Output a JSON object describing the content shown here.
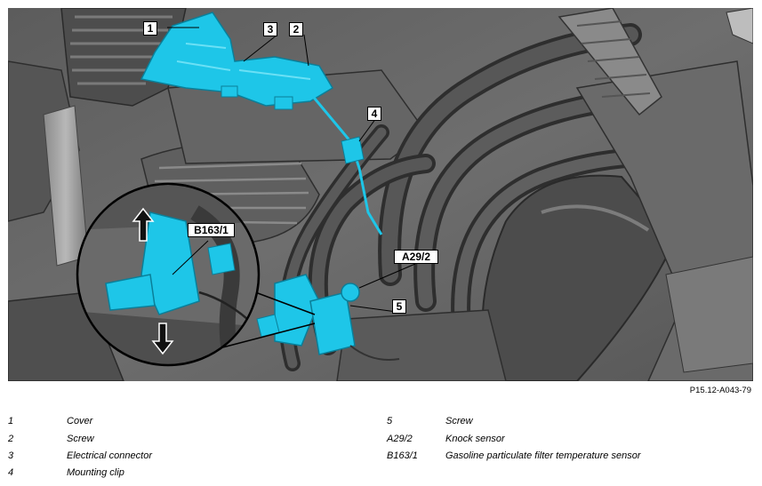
{
  "figure_ref": "P15.12-A043-79",
  "callouts": [
    "1",
    "3",
    "2",
    "4",
    "B163/1",
    "A29/2",
    "5"
  ],
  "legend_left": [
    {
      "key": "1",
      "desc": "Cover"
    },
    {
      "key": "2",
      "desc": "Screw"
    },
    {
      "key": "3",
      "desc": "Electrical connector"
    },
    {
      "key": "4",
      "desc": "Mounting clip"
    }
  ],
  "legend_right": [
    {
      "key": "5",
      "desc": "Screw"
    },
    {
      "key": "A29/2",
      "desc": "Knock sensor"
    },
    {
      "key": "B163/1",
      "desc": "Gasoline particulate filter temperature sensor"
    }
  ],
  "colors": {
    "highlight": "#1ec6e8",
    "engine_dark": "#4a4a4a",
    "engine_mid": "#6f6f6f",
    "engine_light": "#a8a8a8"
  }
}
